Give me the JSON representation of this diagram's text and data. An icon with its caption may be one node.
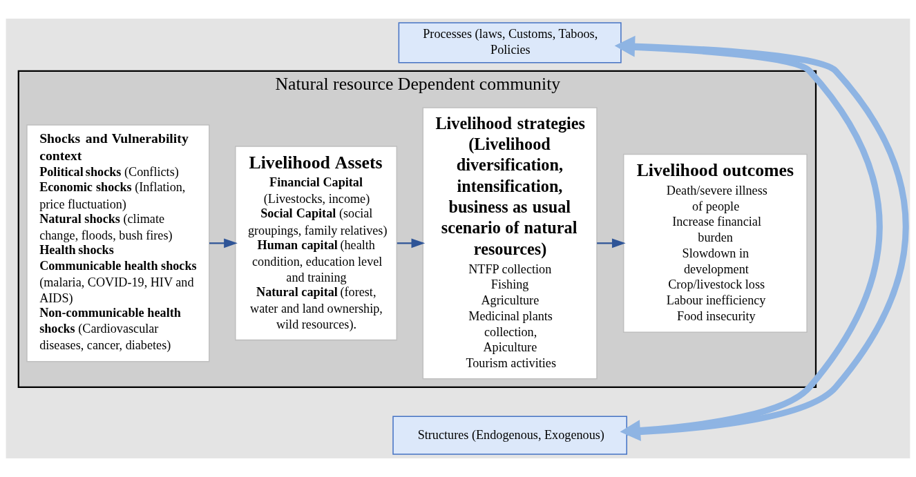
{
  "diagram": {
    "nodes": [
      {
        "text": [
          "Processes (laws, Customs, Taboos, Policies"
        ]
      },
      {
        "text": [
          "Natural resource Dependent community"
        ]
      },
      {
        "text": [
          "Shocks and Vulnerability context",
          "**Political shocks** (Conflicts)",
          "**Economic shocks** (Inflation, price fluctuation)",
          "**Natural shocks** (climate change, floods, bush fires)",
          "**Health shocks**",
          "**Communicable health shocks** (malaria, COVID-19, HIV and AIDS)",
          "**Non-communicable health shocks** (Cardiovascular diseases, cancer, diabetes)"
        ],
        "in": 1
      },
      {
        "text": [
          "Livelihood Assets",
          "**Financial Capital** (Livestocks, income)",
          "**Social Capital** (social groupings, family relatives)",
          "**Human capital** (health condition, education level and training",
          "**Natural capital** (forest, water and land ownership, wild resources)."
        ],
        "in": 1
      },
      {
        "text": [
          "Livelihood strategies (Livelihood diversification, intensification, business as usual scenario of natural resources)",
          "NTFP collection",
          "Fishing",
          "Agriculture",
          "Medicinal plants collection,",
          "Apiculture",
          "Tourism activities"
        ],
        "in": 1
      },
      {
        "text": [
          "Livelihood outcomes",
          "Death/severe illness of people",
          "Increase financial burden",
          "Slowdown in development",
          "Crop/livestock loss",
          "Labour inefficiency",
          "Food insecurity"
        ],
        "in": 1
      },
      {
        "text": [
          "Structures (Endogenous, Exogenous)"
        ]
      }
    ],
    "edges": [
      {
        "from": 2,
        "to": 3,
        "arrow": "to"
      },
      {
        "from": 3,
        "to": 4,
        "arrow": "to"
      },
      {
        "from": 4,
        "to": 5,
        "arrow": "to"
      },
      {
        "from": 0,
        "to": 6,
        "arrow": "to",
        "style": "thick",
        "color": "#8eb4e3"
      },
      {
        "from": 6,
        "to": 0,
        "arrow": "to",
        "style": "thick",
        "color": "#8eb4e3"
      }
    ]
  }
}
